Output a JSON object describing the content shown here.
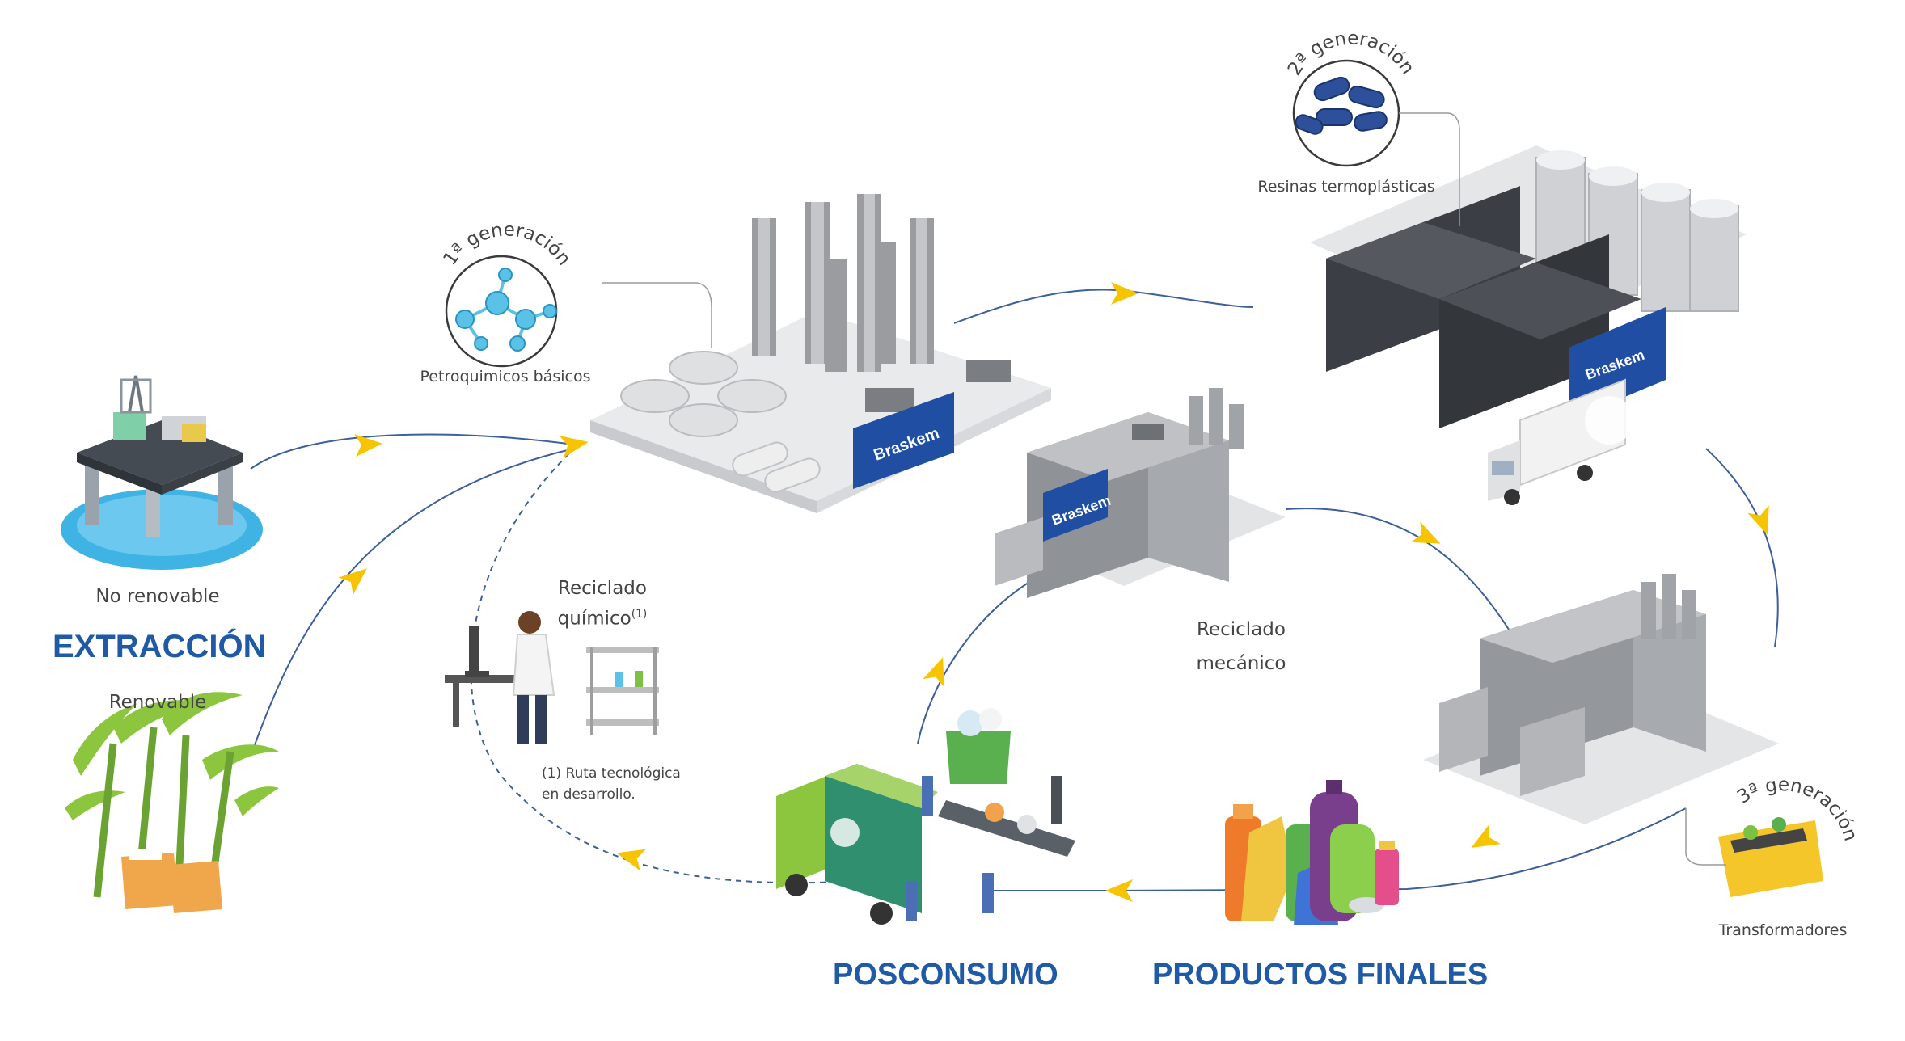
{
  "stages": {
    "extraction": "EXTRACCIÓN",
    "postconsumer": "POSCONSUMO",
    "final_products": "PRODUCTOS FINALES"
  },
  "sources": {
    "non_renewable": "No renovable",
    "renewable": "Renovable"
  },
  "generations": {
    "first": {
      "badge": "1ª generación",
      "label": "Petroquimicos básicos"
    },
    "second": {
      "badge": "2ª generación",
      "label": "Resinas termoplásticas"
    },
    "third": {
      "badge": "3ª generación",
      "label": "Transformadores"
    }
  },
  "recycling": {
    "chemical_line1": "Reciclado",
    "chemical_line2": "químico",
    "chemical_sup": "(1)",
    "mechanical_line1": "Reciclado",
    "mechanical_line2": "mecánico"
  },
  "footnote": {
    "line1": "(1) Ruta tecnológica",
    "line2": "en desarrollo."
  },
  "brand": "Braskem",
  "colors": {
    "flow_line": "#3d5f9b",
    "arrow": "#f6c400",
    "heading": "#1f5aa6",
    "factory_gray": "#a9a9ad",
    "molecule": "#5bc2e7",
    "pellet": "#2e4f9a",
    "truck_green": "#7cc242"
  }
}
